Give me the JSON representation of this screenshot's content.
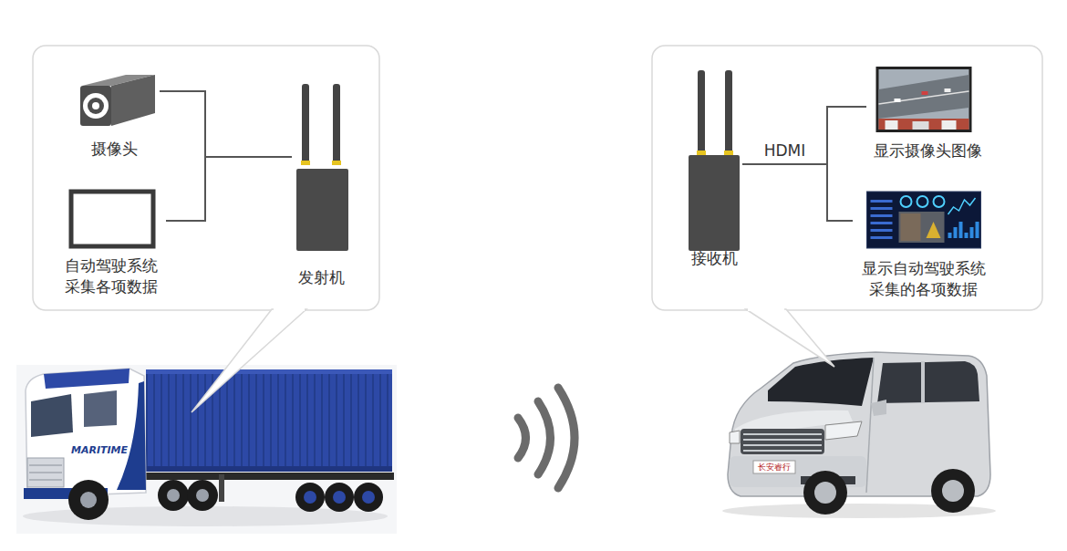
{
  "diagram": {
    "nodes": [
      {
        "text": [
          "摄像头"
        ]
      },
      {
        "text": [
          "自动驾驶系统 采集各项数据"
        ]
      },
      {
        "text": [
          "发射机"
        ]
      },
      {
        "text": [
          "接收机"
        ]
      },
      {
        "text": [
          "显示摄像头图像"
        ]
      },
      {
        "text": [
          "显示自动驾驶系统 采集的各项数据"
        ]
      }
    ],
    "edges": [
      {
        "from": 0,
        "to": 2,
        "arrow": "none"
      },
      {
        "from": 1,
        "to": 2,
        "arrow": "none"
      },
      {
        "from": 3,
        "to": 4,
        "label": "HDMI",
        "arrow": "none"
      },
      {
        "from": 3,
        "to": 5,
        "arrow": "none"
      }
    ],
    "labels": [
      "MARITIME",
      "长安睿行"
    ]
  }
}
